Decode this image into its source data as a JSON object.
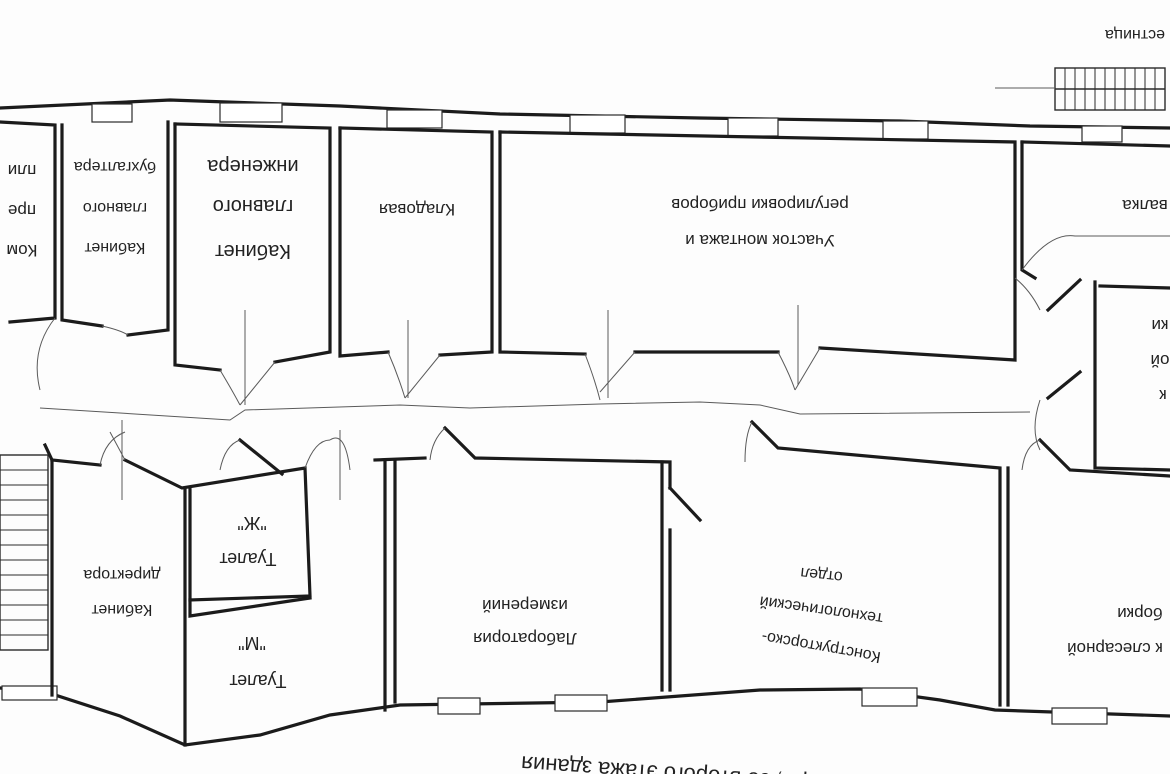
{
  "rooms": {
    "r1": [
      "Ком",
      "пре",
      "пли"
    ],
    "r2": [
      "Кабинет",
      "главного",
      "бухгалтера"
    ],
    "r3": [
      "Кабинет",
      "главного",
      "инженера"
    ],
    "r4": [
      "Кладовая"
    ],
    "r5": [
      "Участок монтажа и",
      "регулировки приборов"
    ],
    "r6": [
      "валка"
    ],
    "r7": [
      "ки",
      "ой",
      "к"
    ],
    "r8": [
      "Кабинет",
      "директора"
    ],
    "r9": [
      "Туалет",
      "\"Ж\""
    ],
    "r10": [
      "Туалет",
      "\"М\""
    ],
    "r11": [
      "Лаборатория",
      "измерений"
    ],
    "r12": [
      "Конструкторско-",
      "технологический",
      "отдел"
    ],
    "r13": [
      "к слесарной",
      "борки"
    ]
  },
  "labels": {
    "stair": "естница",
    "caption": "пожара, со второго этажа здания"
  }
}
